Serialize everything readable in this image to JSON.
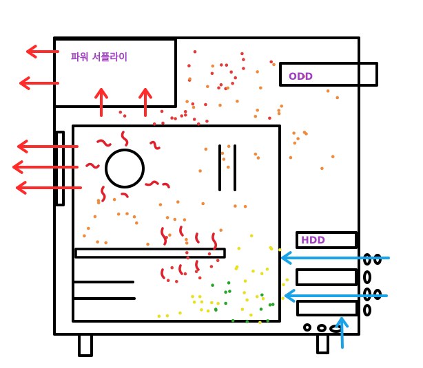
{
  "labels": {
    "power_supply": "파워 서플라이",
    "odd": "ODD",
    "hdd": "HDD"
  },
  "colors": {
    "outline": "#000000",
    "hot_arrow": "#ff2a2a",
    "cool_arrow": "#1aa3e8",
    "heat_squiggle": "#e0202a",
    "label": "#a040c0",
    "dot_red": "#e33a3a",
    "dot_orange": "#f08a3c",
    "dot_yellow": "#e8e020",
    "dot_green": "#2aa52a"
  },
  "icons": {
    "exhaust": "red-arrow-icon",
    "intake": "blue-arrow-icon",
    "cpu_fan": "circle-fan-icon"
  }
}
